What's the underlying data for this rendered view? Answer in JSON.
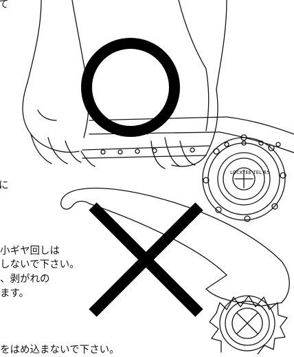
{
  "text": {
    "top_fragment": "て",
    "mid_fragment": "に",
    "warning_lines": [
      "小ギヤ回しは",
      "しないで下さい。",
      "、剥がれの",
      "ます。"
    ],
    "bottom_fragment": "をはめ込まないで下さい。"
  },
  "sprocket_label": "LOCKTEE TEL B5",
  "symbols": {
    "ok": "circle-ok-mark",
    "ng": "cross-ng-mark"
  },
  "colors": {
    "ink": "#111111",
    "mark": "#000000",
    "paper": "#ffffff"
  }
}
